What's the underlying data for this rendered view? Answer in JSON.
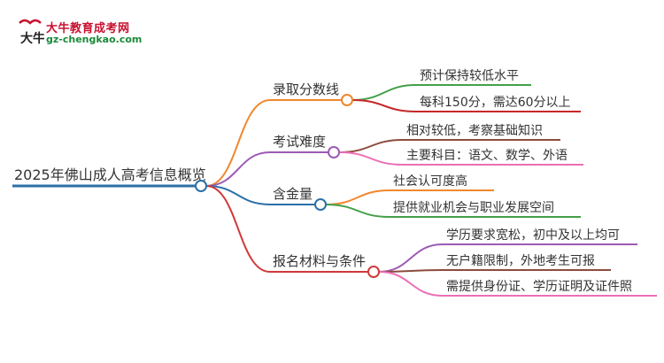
{
  "logo": {
    "title": "大牛教育成考网",
    "url": "gz-chengkao.com",
    "mark_text": "大牛"
  },
  "mindmap": {
    "root": "2025年佛山成人高考信息概览",
    "branches": [
      {
        "label": "录取分数线",
        "color": "#f0882d",
        "children": [
          {
            "label": "预计保持较低水平",
            "color": "#43a047"
          },
          {
            "label": "每科150分，需达60分以上",
            "color": "#c62828"
          }
        ]
      },
      {
        "label": "考试难度",
        "color": "#9c5bb5",
        "children": [
          {
            "label": "相对较低，考察基础知识",
            "color": "#8d4b3d"
          },
          {
            "label": "主要科目：语文、数学、外语",
            "color": "#ec6fb5"
          }
        ]
      },
      {
        "label": "含金量",
        "color": "#2b6fa8",
        "children": [
          {
            "label": "社会认可度高",
            "color": "#f0882d"
          },
          {
            "label": "提供就业机会与职业发展空间",
            "color": "#43a047"
          }
        ]
      },
      {
        "label": "报名材料与条件",
        "color": "#d03a3a",
        "children": [
          {
            "label": "学历要求宽松，初中及以上均可",
            "color": "#9c5bb5"
          },
          {
            "label": "无户籍限制，外地考生可报",
            "color": "#8d4b3d"
          },
          {
            "label": "需提供身份证、学历证明及证件照",
            "color": "#ec6fb5"
          }
        ]
      }
    ],
    "root_color": "#2b6fa8"
  }
}
